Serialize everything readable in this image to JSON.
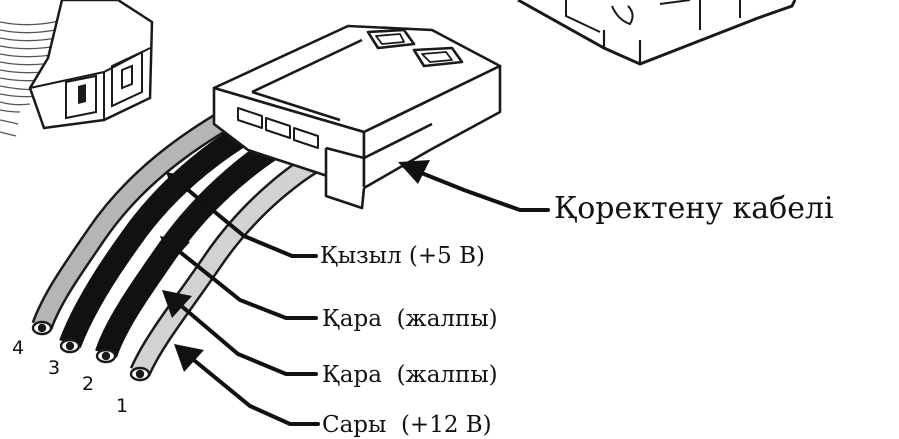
{
  "labels": {
    "cable": "Қоректену кабелі",
    "red": "Қызыл (+5 В)",
    "black1": "Қара  (жалпы)",
    "black2": "Қара  (жалпы)",
    "yellow": "Сары  (+12 В)"
  },
  "pins": [
    "4",
    "3",
    "2",
    "1"
  ],
  "colors": {
    "outline": "#1a1a1a",
    "black_wire": "#111111",
    "grey_wire": "#b5b5b5",
    "light_wire": "#d2d2d2",
    "connector_fill": "#ffffff"
  }
}
